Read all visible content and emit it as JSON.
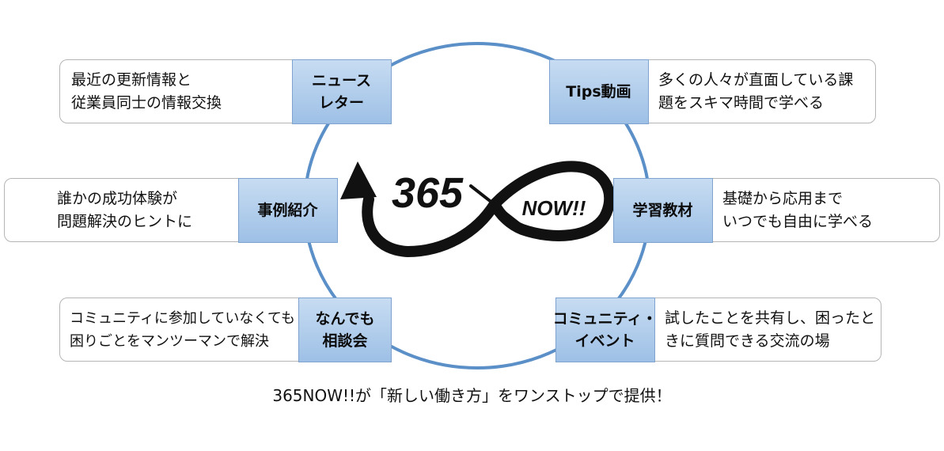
{
  "logo": {
    "text_left": "365",
    "text_right": "NOW!!"
  },
  "cards": [
    {
      "id": "news",
      "label": [
        "ニュース",
        "レター"
      ],
      "desc": [
        "最近の更新情報と",
        "従業員同士の情報交換"
      ]
    },
    {
      "id": "tips",
      "label": [
        "Tips動画"
      ],
      "desc": [
        "多くの人々が直面している課",
        "題をスキマ時間で学べる"
      ]
    },
    {
      "id": "cases",
      "label": [
        "事例紹介"
      ],
      "desc": [
        "誰かの成功体験が",
        "問題解決のヒントに"
      ]
    },
    {
      "id": "materials",
      "label": [
        "学習教材"
      ],
      "desc": [
        "基礎から応用まで",
        "いつでも自由に学べる"
      ]
    },
    {
      "id": "consult",
      "label": [
        "なんでも",
        "相談会"
      ],
      "desc": [
        "コミュニティに参加していなくても",
        "困りごとをマンツーマンで解決"
      ]
    },
    {
      "id": "community",
      "label": [
        "コミュニティ・",
        "イベント"
      ],
      "desc": [
        "試したことを共有し、困ったと",
        "きに質問できる交流の場"
      ]
    }
  ],
  "caption": "365NOW!!が「新しい働き方」をワンストップで提供！",
  "colors": {
    "ring": "#5b8fc7",
    "label_fill": "#a9c8ea",
    "card_border": "#b5b5b5",
    "logo": "#111111"
  }
}
